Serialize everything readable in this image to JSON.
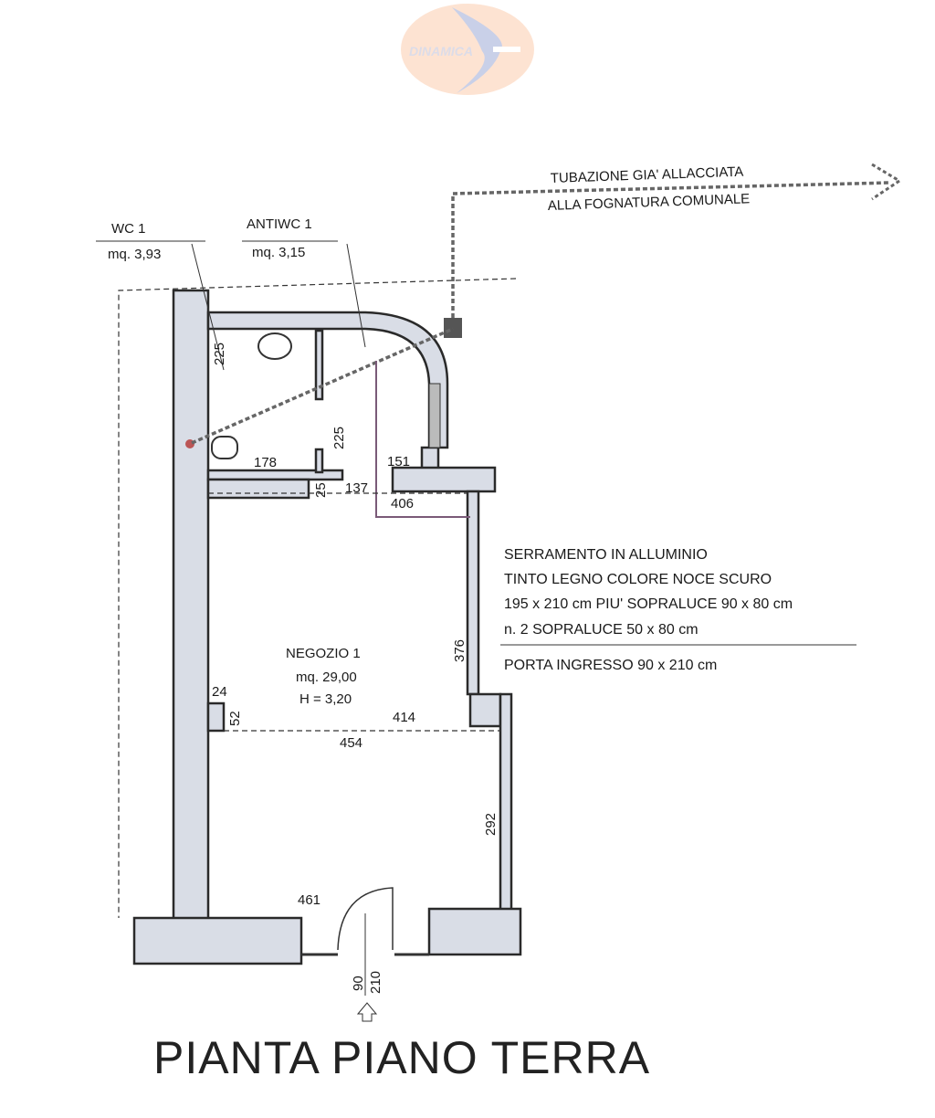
{
  "logo": {
    "text": "DINAMICA",
    "colors": {
      "ellipse": "#fde3d2",
      "swoosh": "#c9d0e8",
      "text": "#dcdce8"
    }
  },
  "pipe_note": {
    "line1": "TUBAZIONE GIA' ALLACCIATA",
    "line2": "ALLA FOGNATURA COMUNALE"
  },
  "rooms": {
    "wc": {
      "name": "WC 1",
      "area": "mq. 3,93"
    },
    "antiwc": {
      "name": "ANTIWC 1",
      "area": "mq. 3,15"
    },
    "negozio": {
      "name": "NEGOZIO 1",
      "area": "mq. 29,00",
      "height": "H = 3,20"
    }
  },
  "dimensions": {
    "wc_height": "225",
    "wc_width": "178",
    "antiwc_height": "225",
    "antiwc_width": "137",
    "step": "25",
    "d151": "151",
    "d406": "406",
    "d376": "376",
    "d24": "24",
    "d52": "52",
    "d414": "414",
    "d454": "454",
    "d292": "292",
    "d461": "461",
    "door_w": "90",
    "door_h": "210"
  },
  "window_note": {
    "line1": "SERRAMENTO IN ALLUMINIO",
    "line2": "TINTO LEGNO COLORE NOCE SCURO",
    "line3": "195 x 210 cm PIU' SOPRALUCE 90 x 80 cm",
    "line4": "n. 2 SOPRALUCE 50 x 80 cm",
    "line5": "PORTA INGRESSO 90 x 210 cm"
  },
  "title": "PIANTA PIANO TERRA"
}
